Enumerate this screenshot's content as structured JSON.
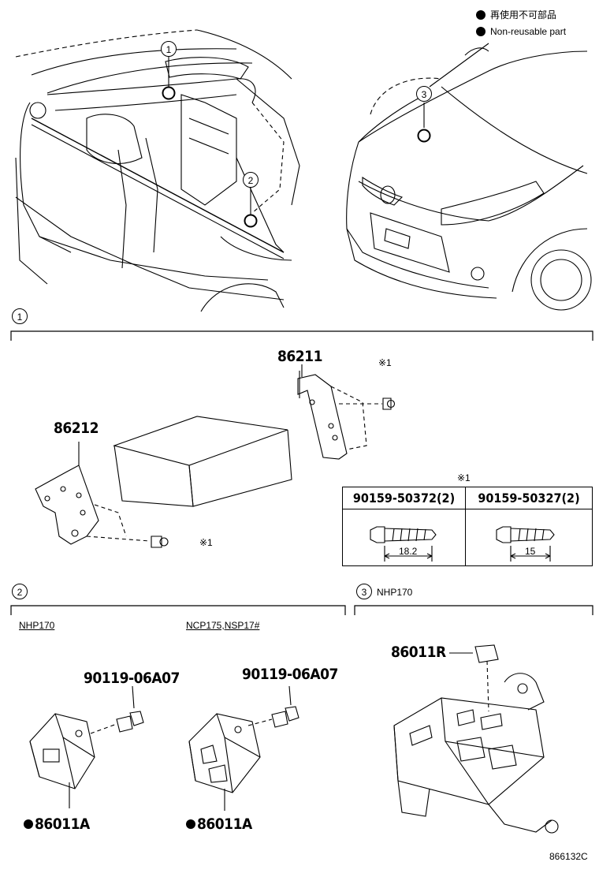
{
  "legend": {
    "jp_label": "再使用不可部品",
    "en_label": "Non-reusable part"
  },
  "callouts": {
    "c1": "1",
    "c2": "2",
    "c3": "3"
  },
  "sections": {
    "s1_label": "1",
    "s2_label": "2",
    "s3_label": "3",
    "s3_model": "NHP170"
  },
  "section1": {
    "part_86211": "86211",
    "part_86212": "86212",
    "note_mark_top": "※1",
    "note_mark_left": "※1",
    "table": {
      "title_mark": "※1",
      "col1_header": "90159-50372(2)",
      "col2_header": "90159-50327(2)",
      "col1_length": "18.2",
      "col2_length": "15"
    }
  },
  "section2": {
    "left_model": "NHP170",
    "right_model": "NCP175,NSP17#",
    "left_bolt": "90119-06A07",
    "right_bolt": "90119-06A07",
    "left_part": "86011A",
    "right_part": "86011A"
  },
  "section3": {
    "fuse_part": "86011R"
  },
  "figure_code": "866132C"
}
